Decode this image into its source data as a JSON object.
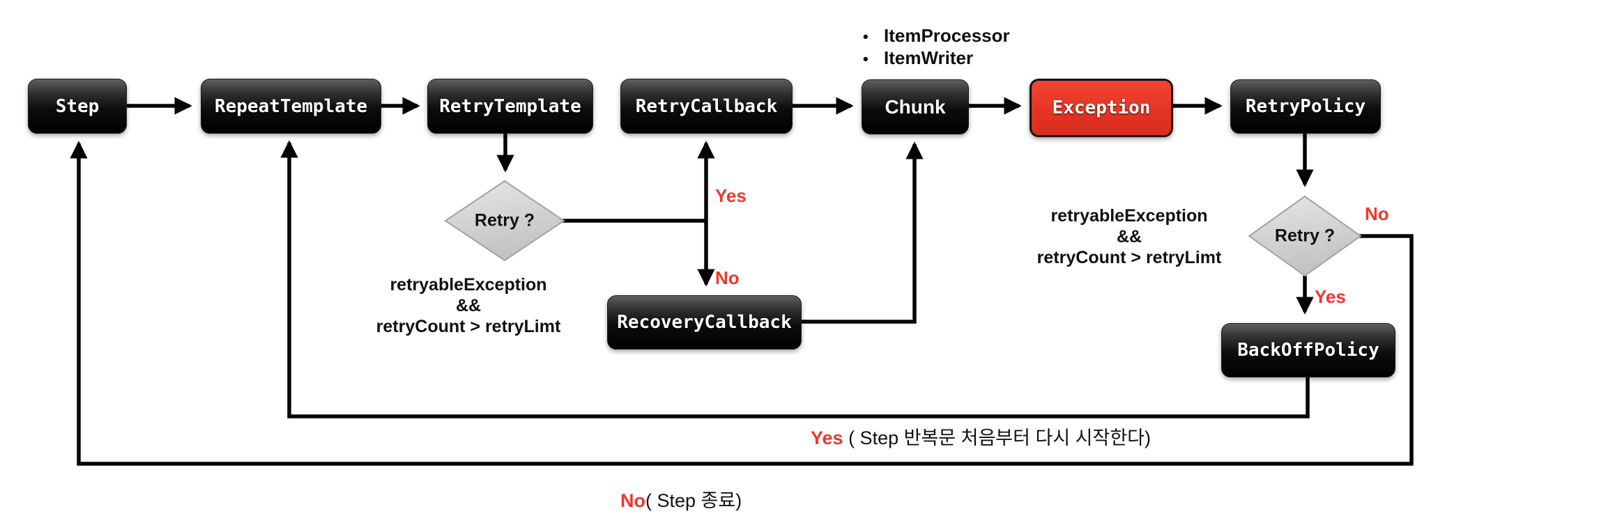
{
  "diagram": {
    "nodes": {
      "step": "Step",
      "repeat_template": "RepeatTemplate",
      "retry_template": "RetryTemplate",
      "retry_callback": "RetryCallback",
      "chunk": "Chunk",
      "exception": "Exception",
      "retry_policy": "RetryPolicy",
      "recovery_callback": "RecoveryCallback",
      "backoff_policy": "BackOffPolicy"
    },
    "decisions": {
      "left": "Retry ?",
      "right": "Retry ?"
    },
    "bullet_marker": "•",
    "bullets": [
      "ItemProcessor",
      "ItemWriter"
    ],
    "conditions": {
      "left": [
        "retryableException",
        "&&",
        "retryCount > retryLimt"
      ],
      "right": [
        "retryableException",
        "&&",
        "retryCount > retryLimt"
      ]
    },
    "edge_labels": {
      "retry_left_yes": "Yes",
      "retry_left_no": "No",
      "retry_right_no": "No",
      "retry_right_yes": "Yes",
      "loop_restart_red": "Yes",
      "loop_restart_rest": " ( Step 반복문 처음부터 다시 시작한다)",
      "step_exit_red": "No",
      "step_exit_rest": "( Step 종료)"
    },
    "colors": {
      "box_black": "#0d0d0d",
      "exception_red": "#e33322",
      "label_red": "#f0372b",
      "diamond_gray": "#cdcdcd",
      "line_black": "#050505"
    }
  }
}
